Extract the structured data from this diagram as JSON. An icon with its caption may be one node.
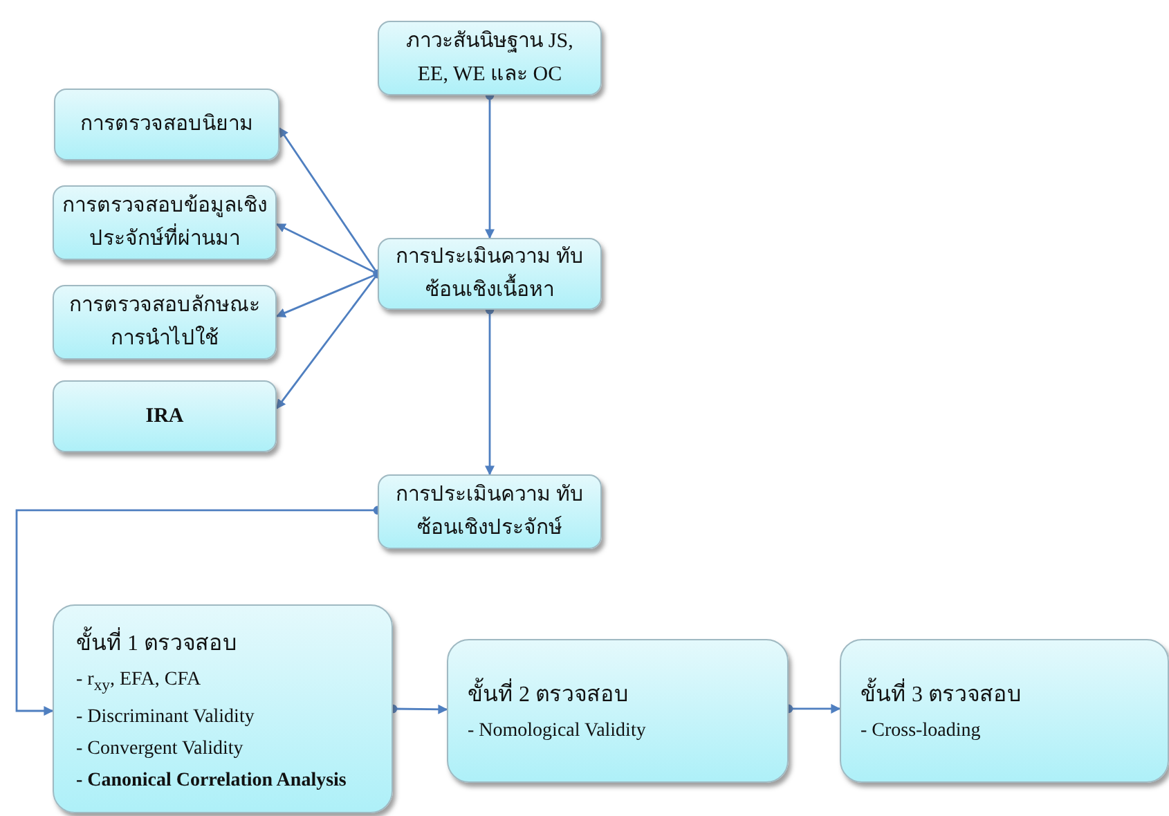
{
  "diagram": {
    "nodes": [
      {
        "text": [
          "ภาวะสันนิษฐาน JS, EE, WE และ OC"
        ]
      },
      {
        "text": [
          "การตรวจสอบนิยาม"
        ]
      },
      {
        "text": [
          "การตรวจสอบข้อมูลเชิง ประจักษ์ที่ผ่านมา"
        ]
      },
      {
        "text": [
          "การประเมินความ ทับซ้อนเชิงเนื้อหา"
        ]
      },
      {
        "text": [
          "การตรวจสอบลักษณะ การนำไปใช้"
        ]
      },
      {
        "text": [
          "IRA"
        ]
      },
      {
        "text": [
          "การประเมินความ ทับซ้อนเชิงประจักษ์"
        ]
      },
      {
        "text": [
          "ขั้นที่ 1 ตรวจสอบ",
          "- r$_{xy}$, EFA, CFA",
          "- Discriminant  Validity",
          "- Convergent Validity",
          "- Canonical Correlation Analysis"
        ]
      },
      {
        "text": [
          "ขั้นที่ 2 ตรวจสอบ",
          "- Nomological Validity"
        ]
      },
      {
        "text": [
          "ขั้นที่ 3 ตรวจสอบ",
          "- Cross-loading"
        ]
      }
    ],
    "edges": [
      {
        "from": 0,
        "to": 3,
        "arrow": "to"
      },
      {
        "from": 3,
        "to": 1,
        "arrow": "to"
      },
      {
        "from": 3,
        "to": 2,
        "arrow": "to"
      },
      {
        "from": 3,
        "to": 4,
        "arrow": "to"
      },
      {
        "from": 3,
        "to": 5,
        "arrow": "to"
      },
      {
        "from": 3,
        "to": 6,
        "arrow": "to"
      },
      {
        "from": 6,
        "to": 7,
        "arrow": "to"
      },
      {
        "from": 7,
        "to": 8,
        "arrow": "to"
      },
      {
        "from": 8,
        "to": 9,
        "arrow": "to"
      }
    ]
  }
}
